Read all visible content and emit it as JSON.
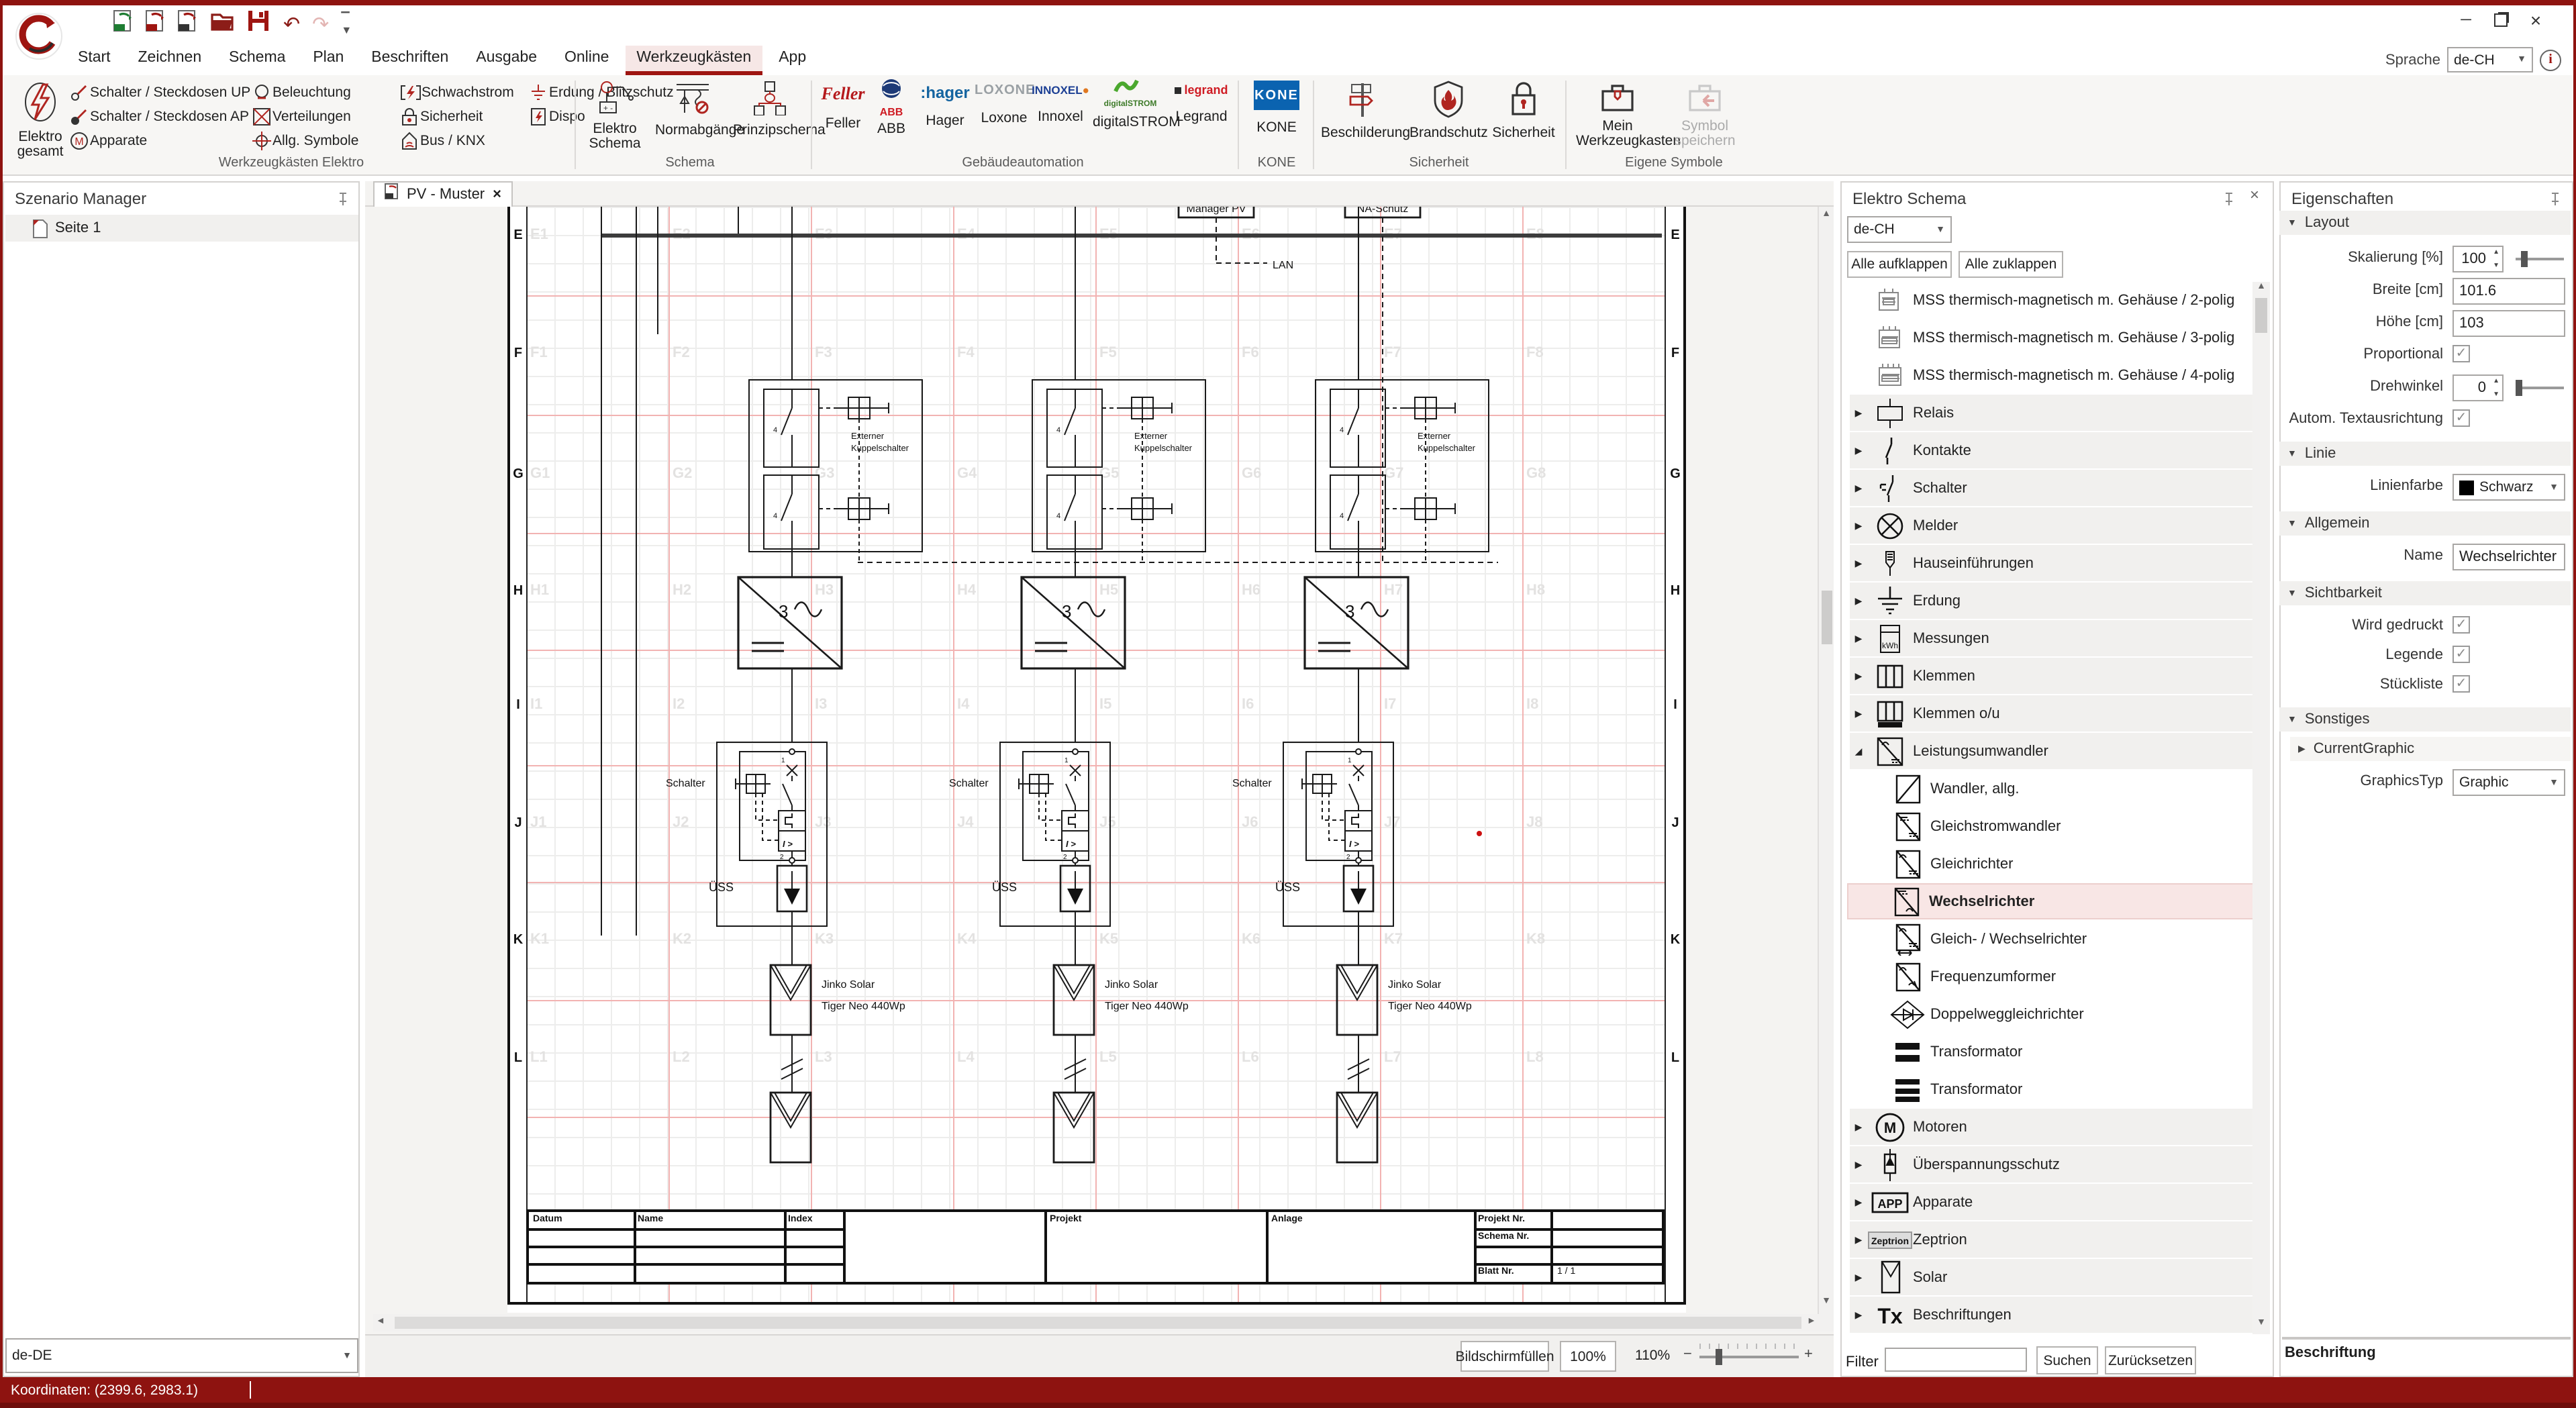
{
  "window": {
    "language_label": "Sprache",
    "language_value": "de-CH"
  },
  "icons": {
    "m": "M",
    "app": "APP",
    "kwh": "kWh",
    "tx": "Tx",
    "zeptrion": "Zeptrion",
    "info": "i"
  },
  "menu": {
    "items": [
      "Start",
      "Zeichnen",
      "Schema",
      "Plan",
      "Beschriften",
      "Ausgabe",
      "Online",
      "Werkzeugkästen",
      "App"
    ]
  },
  "ribbon": {
    "g1": {
      "label": "Werkzeugkästen Elektro",
      "big_line1": "Elektro",
      "big_line2": "gesamt",
      "items": [
        "Schalter / Steckdosen UP",
        "Schalter / Steckdosen AP",
        "Apparate",
        "Beleuchtung",
        "Verteilungen",
        "Allg. Symbole",
        "Schwachstrom",
        "Sicherheit",
        "Bus / KNX",
        "Erdung / Blitzschutz",
        "Dispo"
      ]
    },
    "g2": {
      "label": "Schema",
      "items": [
        "Elektro Schema",
        "Normabgänge",
        "Prinzipschema"
      ]
    },
    "g3": {
      "label": "Gebäudeautomation",
      "items": [
        "Feller",
        "ABB",
        "Hager",
        "Loxone",
        "Innoxel",
        "digitalSTROM",
        "Legrand"
      ]
    },
    "g4": {
      "label": "KONE",
      "items": [
        "KONE"
      ]
    },
    "g5": {
      "label": "Sicherheit",
      "items": [
        "Beschilderung",
        "Brandschutz",
        "Sicherheit"
      ]
    },
    "g6": {
      "label": "Eigene Symbole",
      "items": [
        "Mein Werkzeugkasten",
        "Symbol speichern"
      ]
    }
  },
  "szenario": {
    "title": "Szenario Manager",
    "page_label": "Seite 1",
    "language_value": "de-DE"
  },
  "tab": {
    "label": "PV - Muster"
  },
  "canvas": {
    "manager_label": "Manager PV",
    "na_label": "NA-Schutz",
    "lan_label": "LAN",
    "externer_line1": "Externer",
    "externer_line2": "Kuppelschalter",
    "schalter_label": "Schalter",
    "uess_label": "ÜSS",
    "pv_line1": "Jinko Solar",
    "pv_line2": "Tiger Neo 440Wp",
    "inverter_prefix": "3",
    "mark_1": "1",
    "mark_2": "2",
    "mark_4": "4",
    "mark_i": "I >",
    "row_letters": [
      "E",
      "F",
      "G",
      "H",
      "I",
      "J",
      "K",
      "L"
    ],
    "col_count": 8,
    "titleblock": {
      "datum": "Datum",
      "name": "Name",
      "index": "Index",
      "projekt": "Projekt",
      "anlage": "Anlage",
      "projekt_nr": "Projekt Nr.",
      "schema_nr": "Schema Nr.",
      "blatt_nr": "Blatt Nr.",
      "blatt_value": "1 / 1"
    }
  },
  "viewport": {
    "fit_label": "Bildschirmfüllen",
    "zoom_100": "100%",
    "zoom_level": "110%"
  },
  "symbols": {
    "title": "Elektro Schema",
    "language_value": "de-CH",
    "expand_all": "Alle aufklappen",
    "collapse_all": "Alle zuklappen",
    "filter_label": "Filter",
    "search_label": "Suchen",
    "reset_label": "Zurücksetzen",
    "items": [
      "MSS thermisch-magnetisch m. Gehäuse / 2-polig",
      "MSS thermisch-magnetisch m. Gehäuse / 3-polig",
      "MSS thermisch-magnetisch m. Gehäuse / 4-polig",
      "Relais",
      "Kontakte",
      "Schalter",
      "Melder",
      "Hauseinführungen",
      "Erdung",
      "Messungen",
      "Klemmen",
      "Klemmen o/u",
      "Leistungsumwandler",
      "Wandler, allg.",
      "Gleichstromwandler",
      "Gleichrichter",
      "Wechselrichter",
      "Gleich- / Wechselrichter",
      "Frequenzumformer",
      "Doppelweggleichrichter",
      "Transformator",
      "Transformator",
      "Motoren",
      "Überspannungsschutz",
      "Apparate",
      "Zeptrion",
      "Solar",
      "Beschriftungen"
    ]
  },
  "properties": {
    "title": "Eigenschaften",
    "layout_label": "Layout",
    "skalierung_label": "Skalierung [%]",
    "skalierung_value": "100",
    "breite_label": "Breite [cm]",
    "breite_value": "101.6",
    "hoehe_label": "Höhe [cm]",
    "hoehe_value": "103",
    "proportional_label": "Proportional",
    "drehwinkel_label": "Drehwinkel",
    "drehwinkel_value": "0",
    "autotext_label": "Autom. Textausrichtung",
    "linie_label": "Linie",
    "linienfarbe_label": "Linienfarbe",
    "linienfarbe_value": "Schwarz",
    "allgemein_label": "Allgemein",
    "name_label": "Name",
    "name_value": "Wechselrichter",
    "sichtbarkeit_label": "Sichtbarkeit",
    "gedruckt_label": "Wird gedruckt",
    "legende_label": "Legende",
    "stueckliste_label": "Stückliste",
    "sonstiges_label": "Sonstiges",
    "currentgraphic_label": "CurrentGraphic",
    "graphicstyp_label": "GraphicsTyp",
    "graphicstyp_value": "Graphic",
    "bottom_label": "Beschriftung",
    "accent_color": "#9e1511",
    "line_color_swatch": "#000000"
  },
  "statusbar": {
    "coordinates": "Koordinaten: (2399.6, 2983.1)"
  }
}
